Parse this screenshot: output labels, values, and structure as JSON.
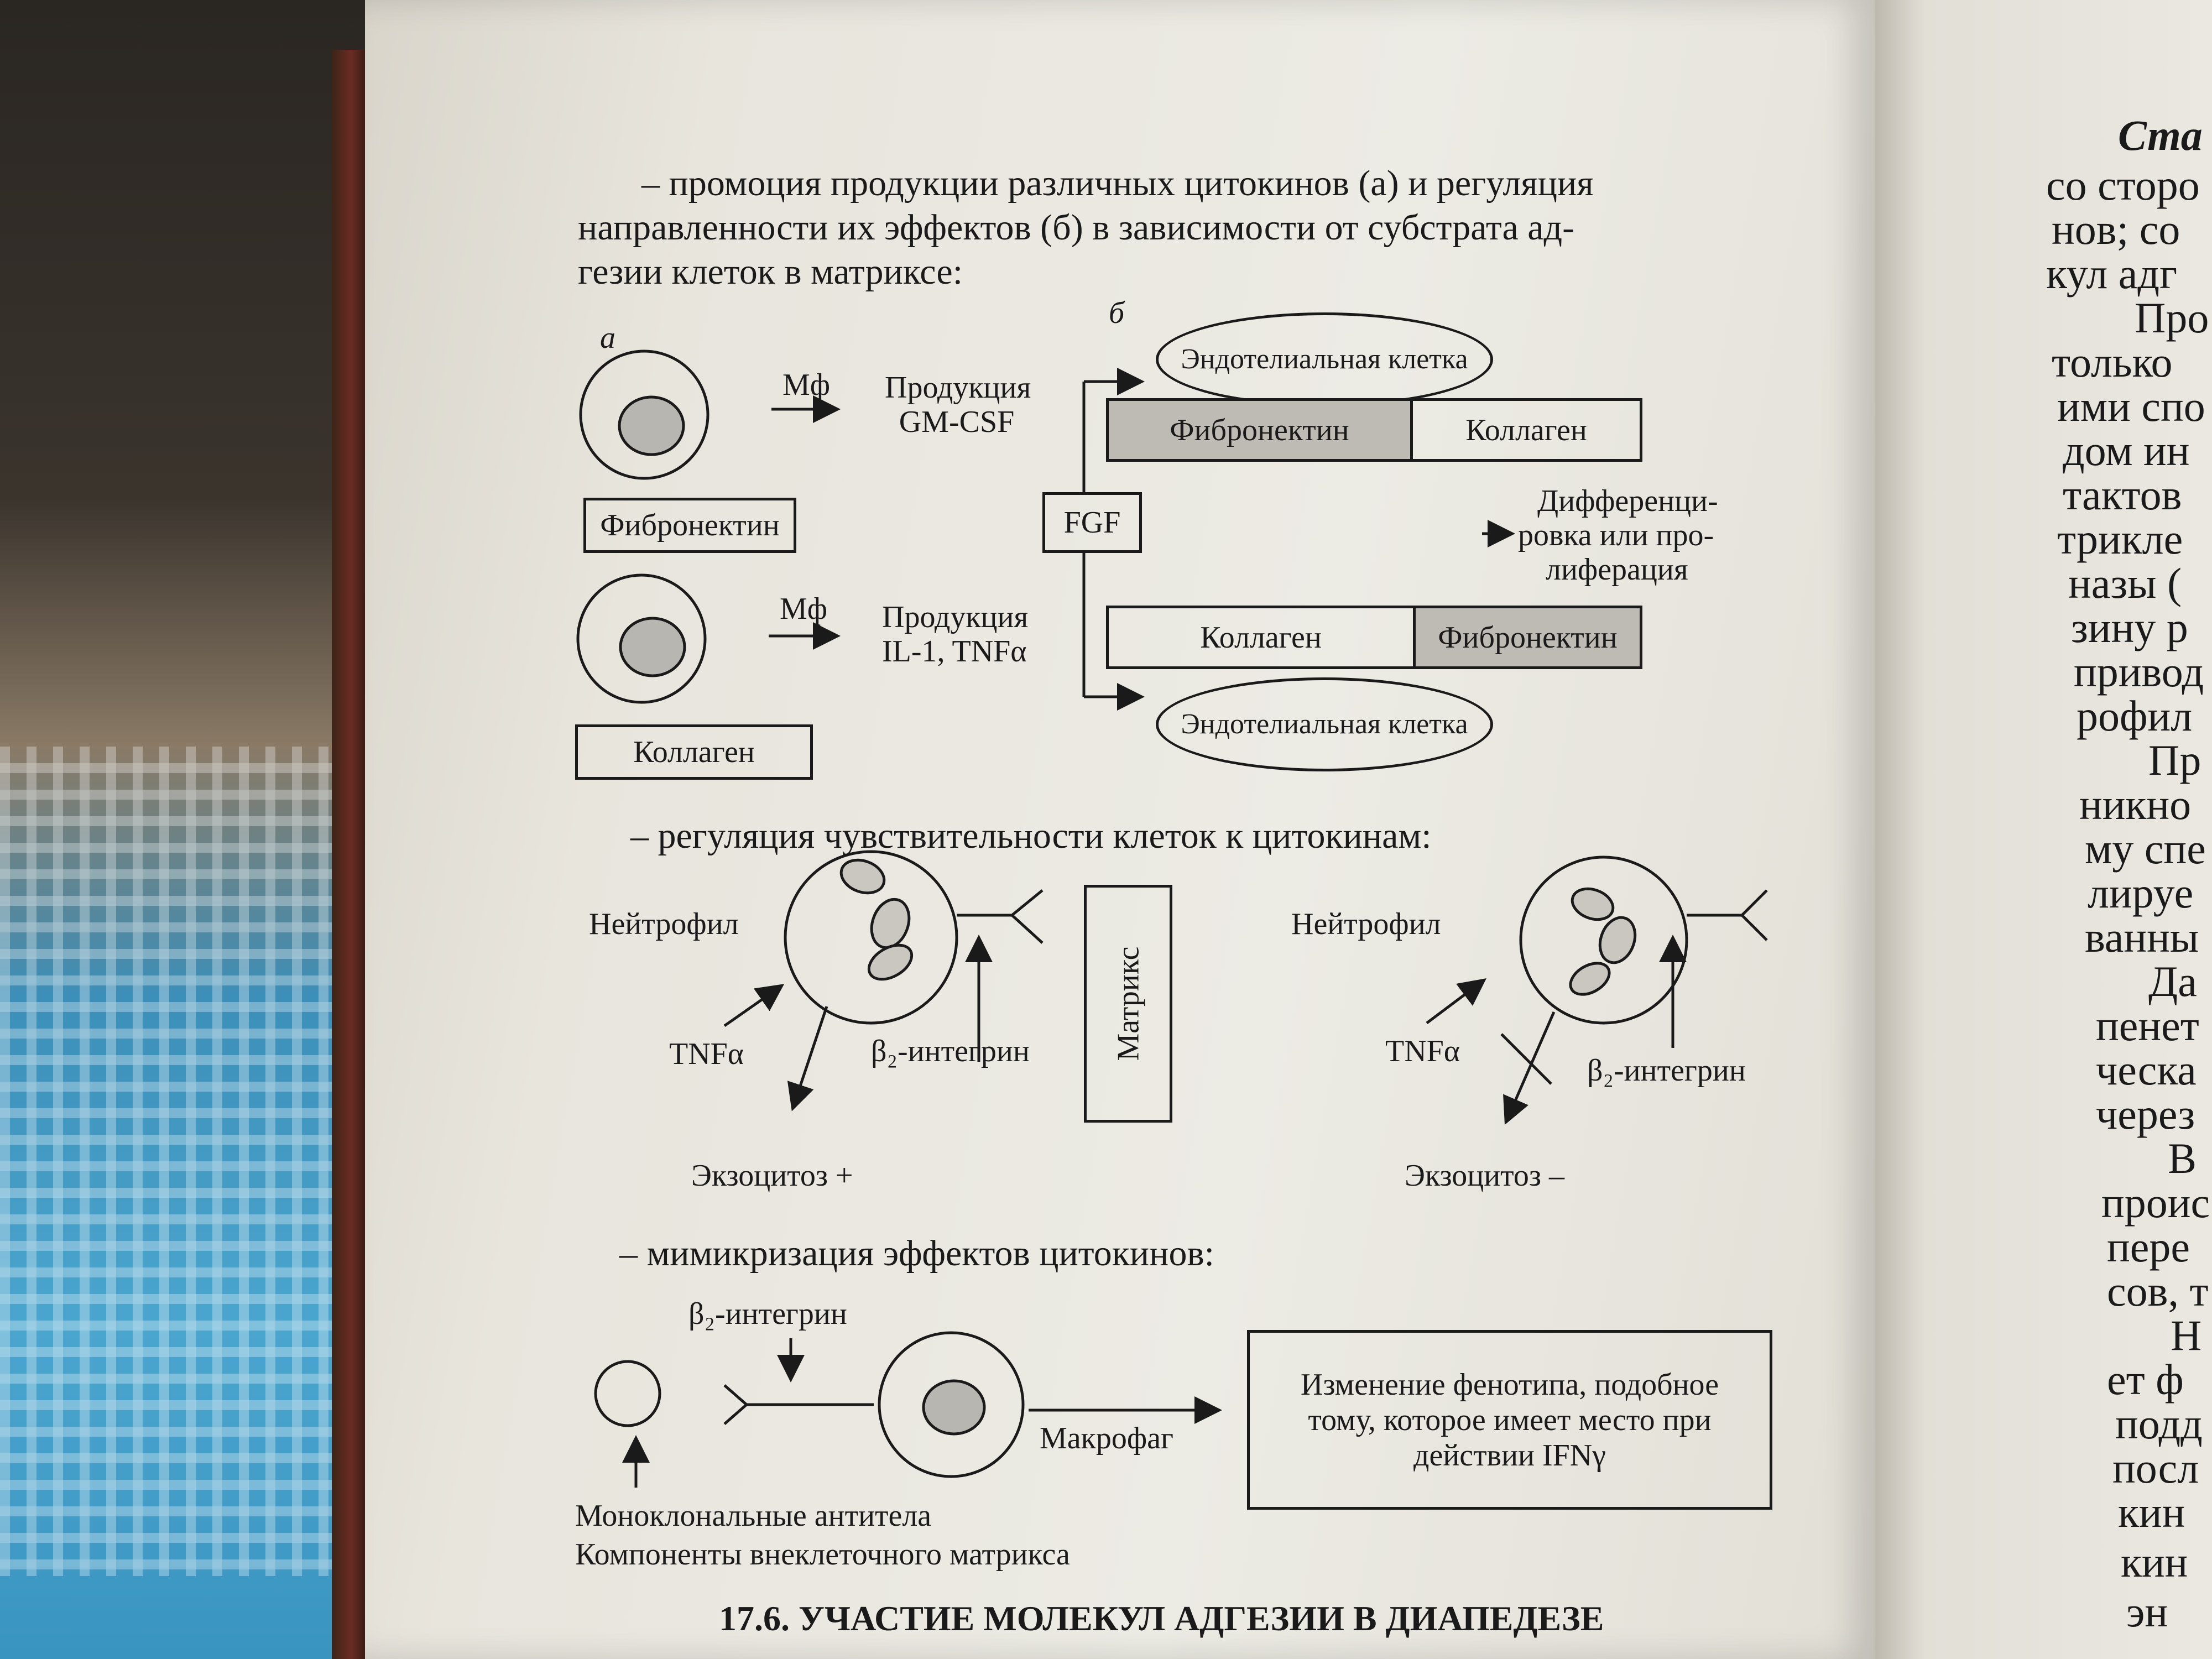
{
  "intro": {
    "line1": "– промоция продукции различных цитокинов (а) и регуляция",
    "line2": "направленности их эффектов (б) в зависимости от субстрата ад-",
    "line3": "гезии клеток в матриксе:"
  },
  "diagram_a": {
    "panel_label": "а",
    "mf1": "Мф",
    "production1_l1": "Продукция",
    "production1_l2": "GM-CSF",
    "substrate1": "Фибронектин",
    "mf2": "Мф",
    "production2_l1": "Продукция",
    "production2_l2": "IL-1, TNFα",
    "substrate2": "Коллаген"
  },
  "diagram_b": {
    "panel_label": "б",
    "endothelial_top": "Эндотелиальная клетка",
    "top_left_box": "Фибронектин",
    "top_right_box": "Коллаген",
    "fgf": "FGF",
    "outcome_l1": "Дифференци-",
    "outcome_l2": "ровка или про-",
    "outcome_l3": "лиферация",
    "bottom_left_box": "Коллаген",
    "bottom_right_box": "Фибронектин",
    "endothelial_bottom": "Эндотелиальная клетка"
  },
  "sensitivity": {
    "heading": "– регуляция чувствительности клеток к цитокинам:",
    "neutrophil_left": "Нейтрофил",
    "tnf_left": "TNFα",
    "integrin_left": "β₂-интегрин",
    "exocytosis_left": "Экзоцитоз +",
    "matrix": "Матрикс",
    "neutrophil_right": "Нейтрофил",
    "tnf_right": "TNFα",
    "integrin_right": "β₂-интегрин",
    "exocytosis_right": "Экзоцитоз –"
  },
  "mimicry": {
    "heading": "– мимикризация эффектов цитокинов:",
    "integrin": "β₂-интегрин",
    "macrophage": "Макрофаг",
    "result_l1": "Изменение фенотипа, подобное",
    "result_l2": "тому, которое имеет место при",
    "result_l3": "действии IFNγ",
    "source_l1": "Моноклональные антитела",
    "source_l2": "Компоненты внеклеточного матрикса"
  },
  "section_heading": "17.6. УЧАСТИЕ МОЛЕКУЛ АДГЕЗИИ В ДИАПЕДЕЗЕ",
  "right_page_fragments": [
    "Ста",
    "со сторо",
    "нов; со",
    "кул адг",
    "Про",
    "только",
    "ими спо",
    "дом ин",
    "тактов",
    "трикле",
    "назы (",
    "зину р",
    "привод",
    "рофил",
    "Пр",
    "никно",
    "му спе",
    "лируе",
    "ванны",
    "Да",
    "пенет",
    "ческа",
    "через",
    "В",
    "проис",
    "пере",
    "сов, т",
    "Н",
    "ет ф",
    "подд",
    "посл",
    "кин",
    "кин",
    "эн"
  ],
  "colors": {
    "page": "#ecebe4",
    "ink": "#1a1a1a",
    "shade": "#bdbbb4"
  }
}
